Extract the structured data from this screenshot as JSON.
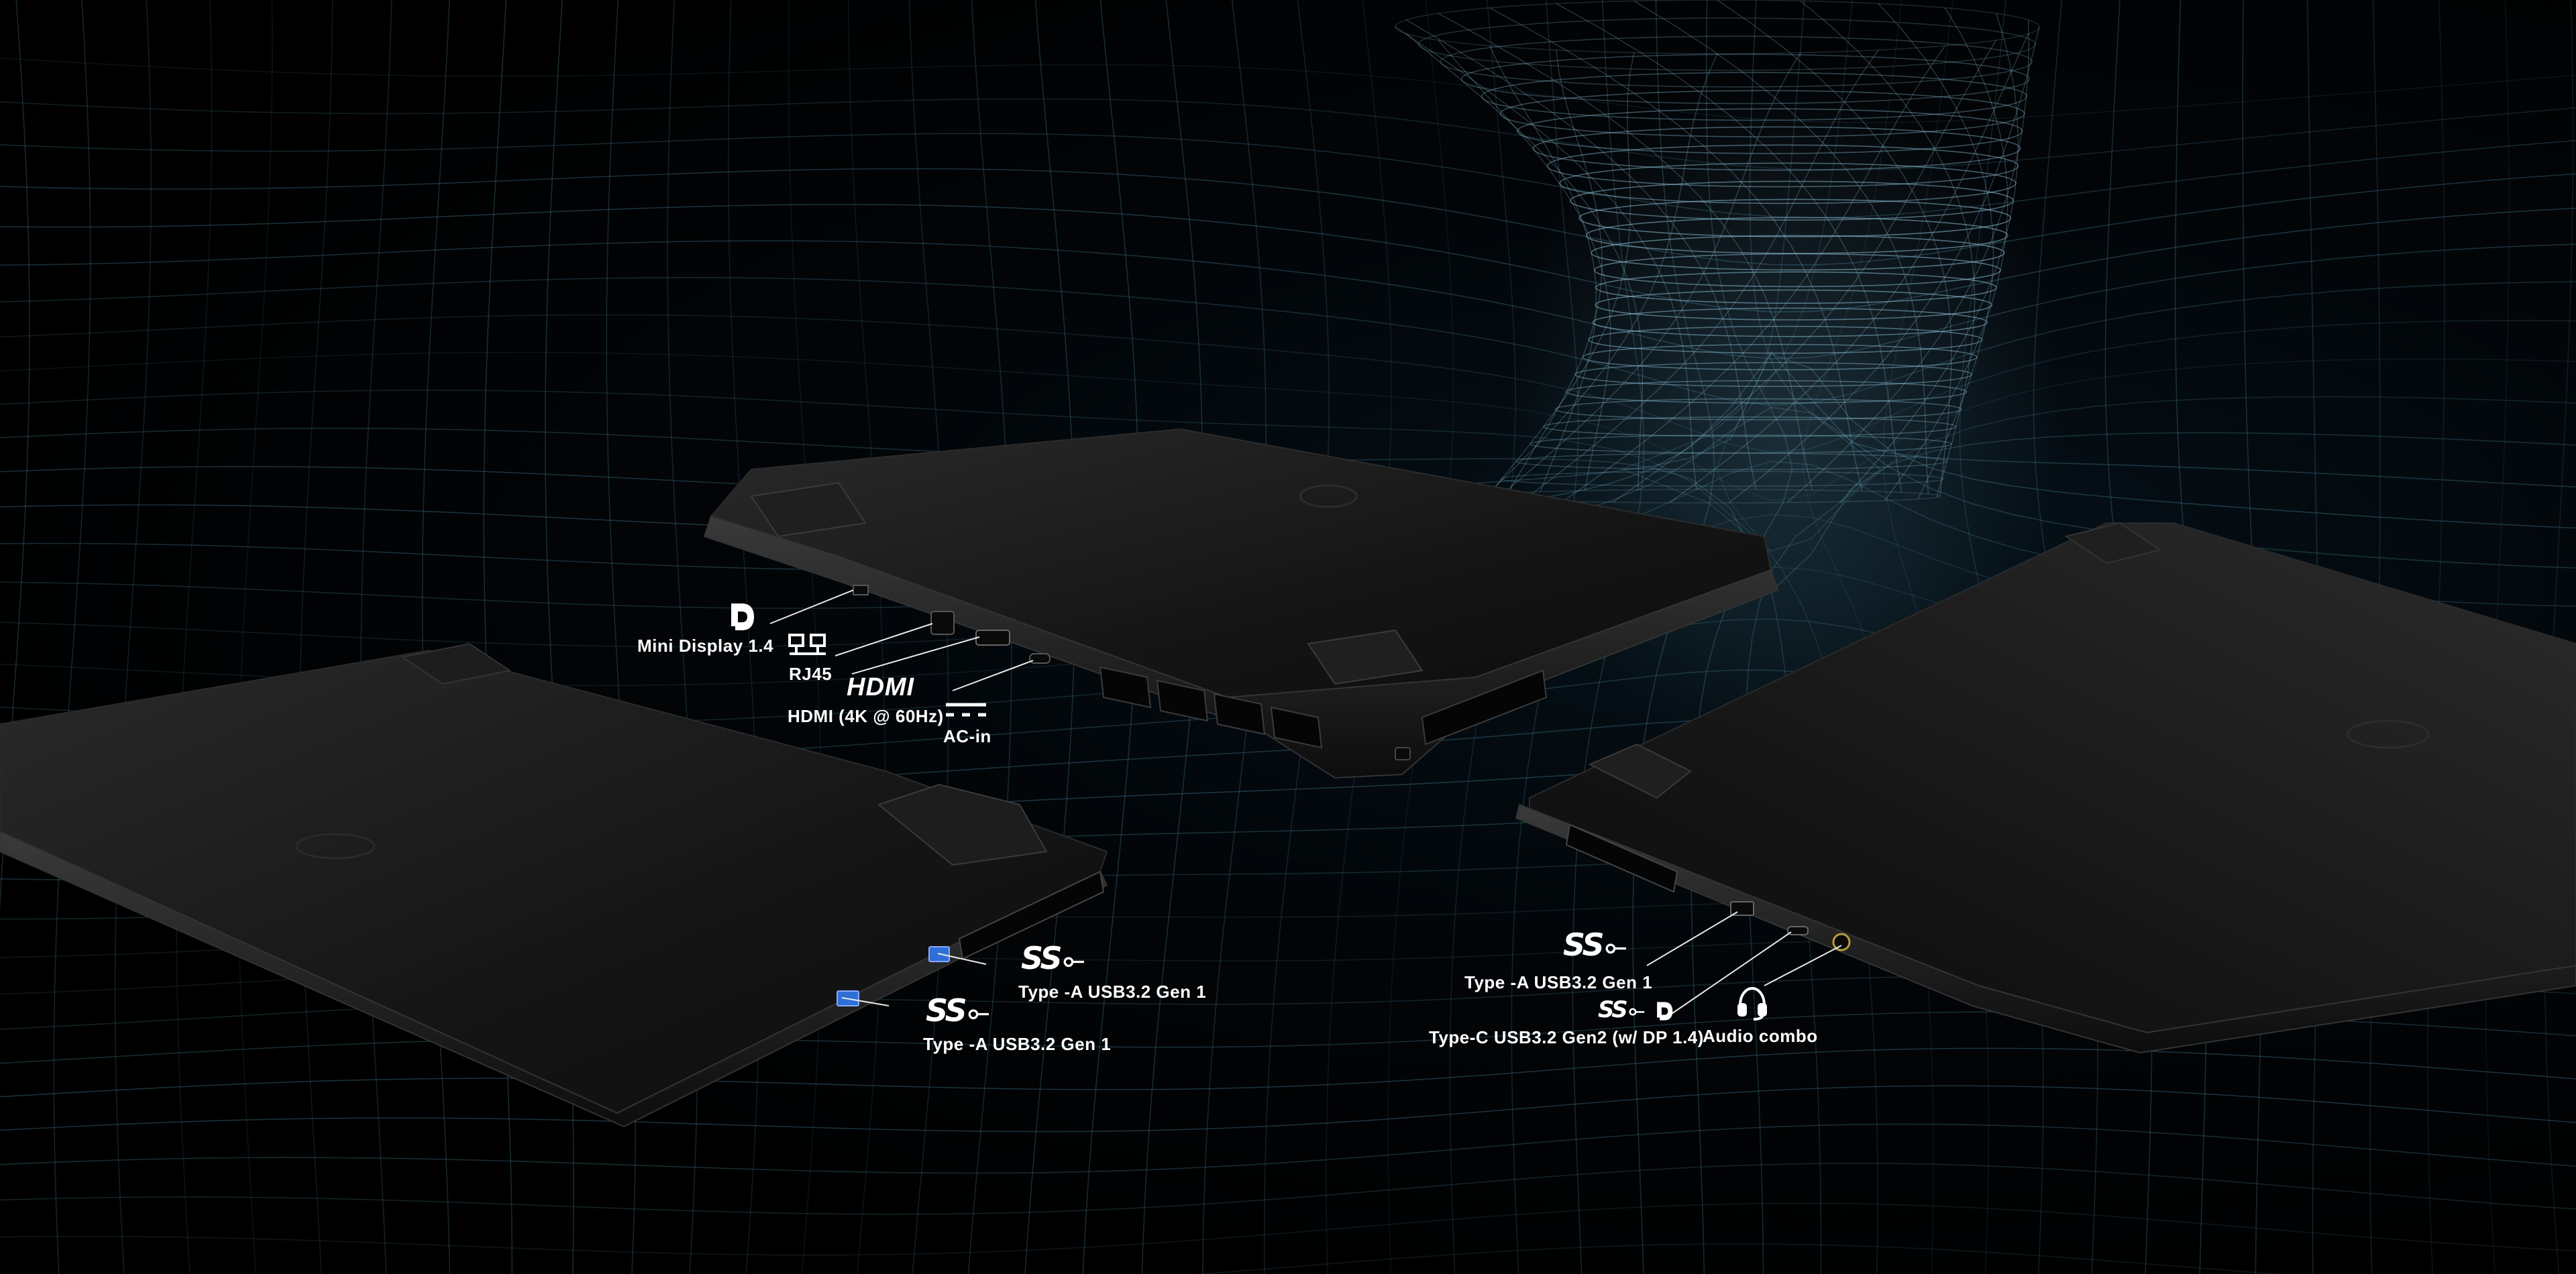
{
  "ports": {
    "mini_display": {
      "icon": "displayport-icon",
      "label": "Mini Display 1.4"
    },
    "rj45": {
      "icon": "ethernet-icon",
      "label": "RJ45"
    },
    "hdmi": {
      "icon": "hdmi-logo-icon",
      "icon_text": "HDMI",
      "label": "HDMI (4K @ 60Hz)"
    },
    "ac_in": {
      "icon": "dc-power-icon",
      "label": "AC-in"
    },
    "left_usb_a_top": {
      "icon": "usb-superspeed-icon",
      "icon_text": "SS",
      "label": "Type -A USB3.2 Gen 1"
    },
    "left_usb_a_bottom": {
      "icon": "usb-superspeed-icon",
      "icon_text": "SS",
      "label": "Type -A USB3.2 Gen 1"
    },
    "right_usb_a": {
      "icon": "usb-superspeed-icon",
      "icon_text": "SS",
      "label": "Type -A USB3.2 Gen 1"
    },
    "right_usb_c": {
      "icon": "usb-superspeed-displayport-icon",
      "icon_text": "SS",
      "label": "Type-C USB3.2 Gen2 (w/ DP 1.4)"
    },
    "audio": {
      "icon": "headset-icon",
      "label": "Audio combo"
    }
  },
  "colors": {
    "background": "#000000",
    "grid": "#4f8aa3",
    "laptop_body": "#1a1a1a",
    "label_text": "#ffffff",
    "usb_port_blue": "#2f6fd8"
  }
}
